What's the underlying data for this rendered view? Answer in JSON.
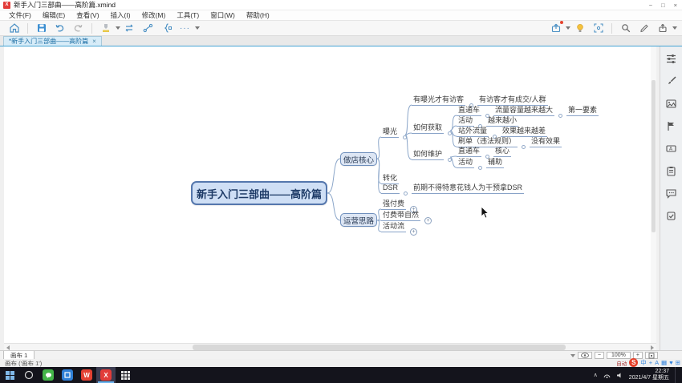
{
  "titlebar": {
    "title": "新手入门三部曲——高阶篇.xmind",
    "min": "−",
    "max": "□",
    "close": "×"
  },
  "menubar": {
    "items": [
      "文件(F)",
      "编辑(E)",
      "查看(V)",
      "插入(I)",
      "修改(M)",
      "工具(T)",
      "窗口(W)",
      "帮助(H)"
    ]
  },
  "toolbar": {
    "more": "···"
  },
  "tabbar": {
    "active_tab": "*新手入门三部曲——高阶篇",
    "close": "×"
  },
  "mindmap": {
    "root": "新手入门三部曲——高阶篇",
    "b1": "做店核心",
    "b2": "运营思路",
    "exposure": "曝光",
    "note1a": "有曝光才有访客",
    "note1b": "有访客才有成交/人群",
    "acquire": "如何获取",
    "a1": "直通车",
    "a1b": "流量容量越来越大",
    "a1c": "第一要素",
    "a2": "活动",
    "a2b": "越来越小",
    "a3": "站外流量",
    "a3b": "效果越来越差",
    "a4": "刷单（违法规则）",
    "a4b": "没有效果",
    "maintain": "如何维护",
    "m1": "直通车",
    "m1b": "核心",
    "m2": "活动",
    "m2b": "辅助",
    "convert": "转化",
    "dsr": "DSR",
    "dsr_note": "前期不得特意花钱人为干预拿DSR",
    "op1": "强付费",
    "op2": "付费带自然",
    "op3": "活动流",
    "expander": "+"
  },
  "sheetbar": {
    "tab": "画布 1",
    "zoom": "100%",
    "minus": "−",
    "plus": "+"
  },
  "statusbar": {
    "left": "画布 ('画布 1')"
  },
  "ime": {
    "prefix": "自动",
    "logo": "S",
    "icons": [
      "中",
      "+",
      "A",
      "▦",
      "♥",
      "⊞"
    ]
  },
  "taskbar": {
    "time": "22:37",
    "date": "2021/4/7 星期五",
    "app_w": "W",
    "app_x": "X"
  },
  "colors": {
    "accent_blue": "#45a3d4",
    "topic_fill": "#cfdff5",
    "topic_border": "#5577ad",
    "branch_line": "#8ba6c9",
    "xmind_red": "#e23c39"
  }
}
